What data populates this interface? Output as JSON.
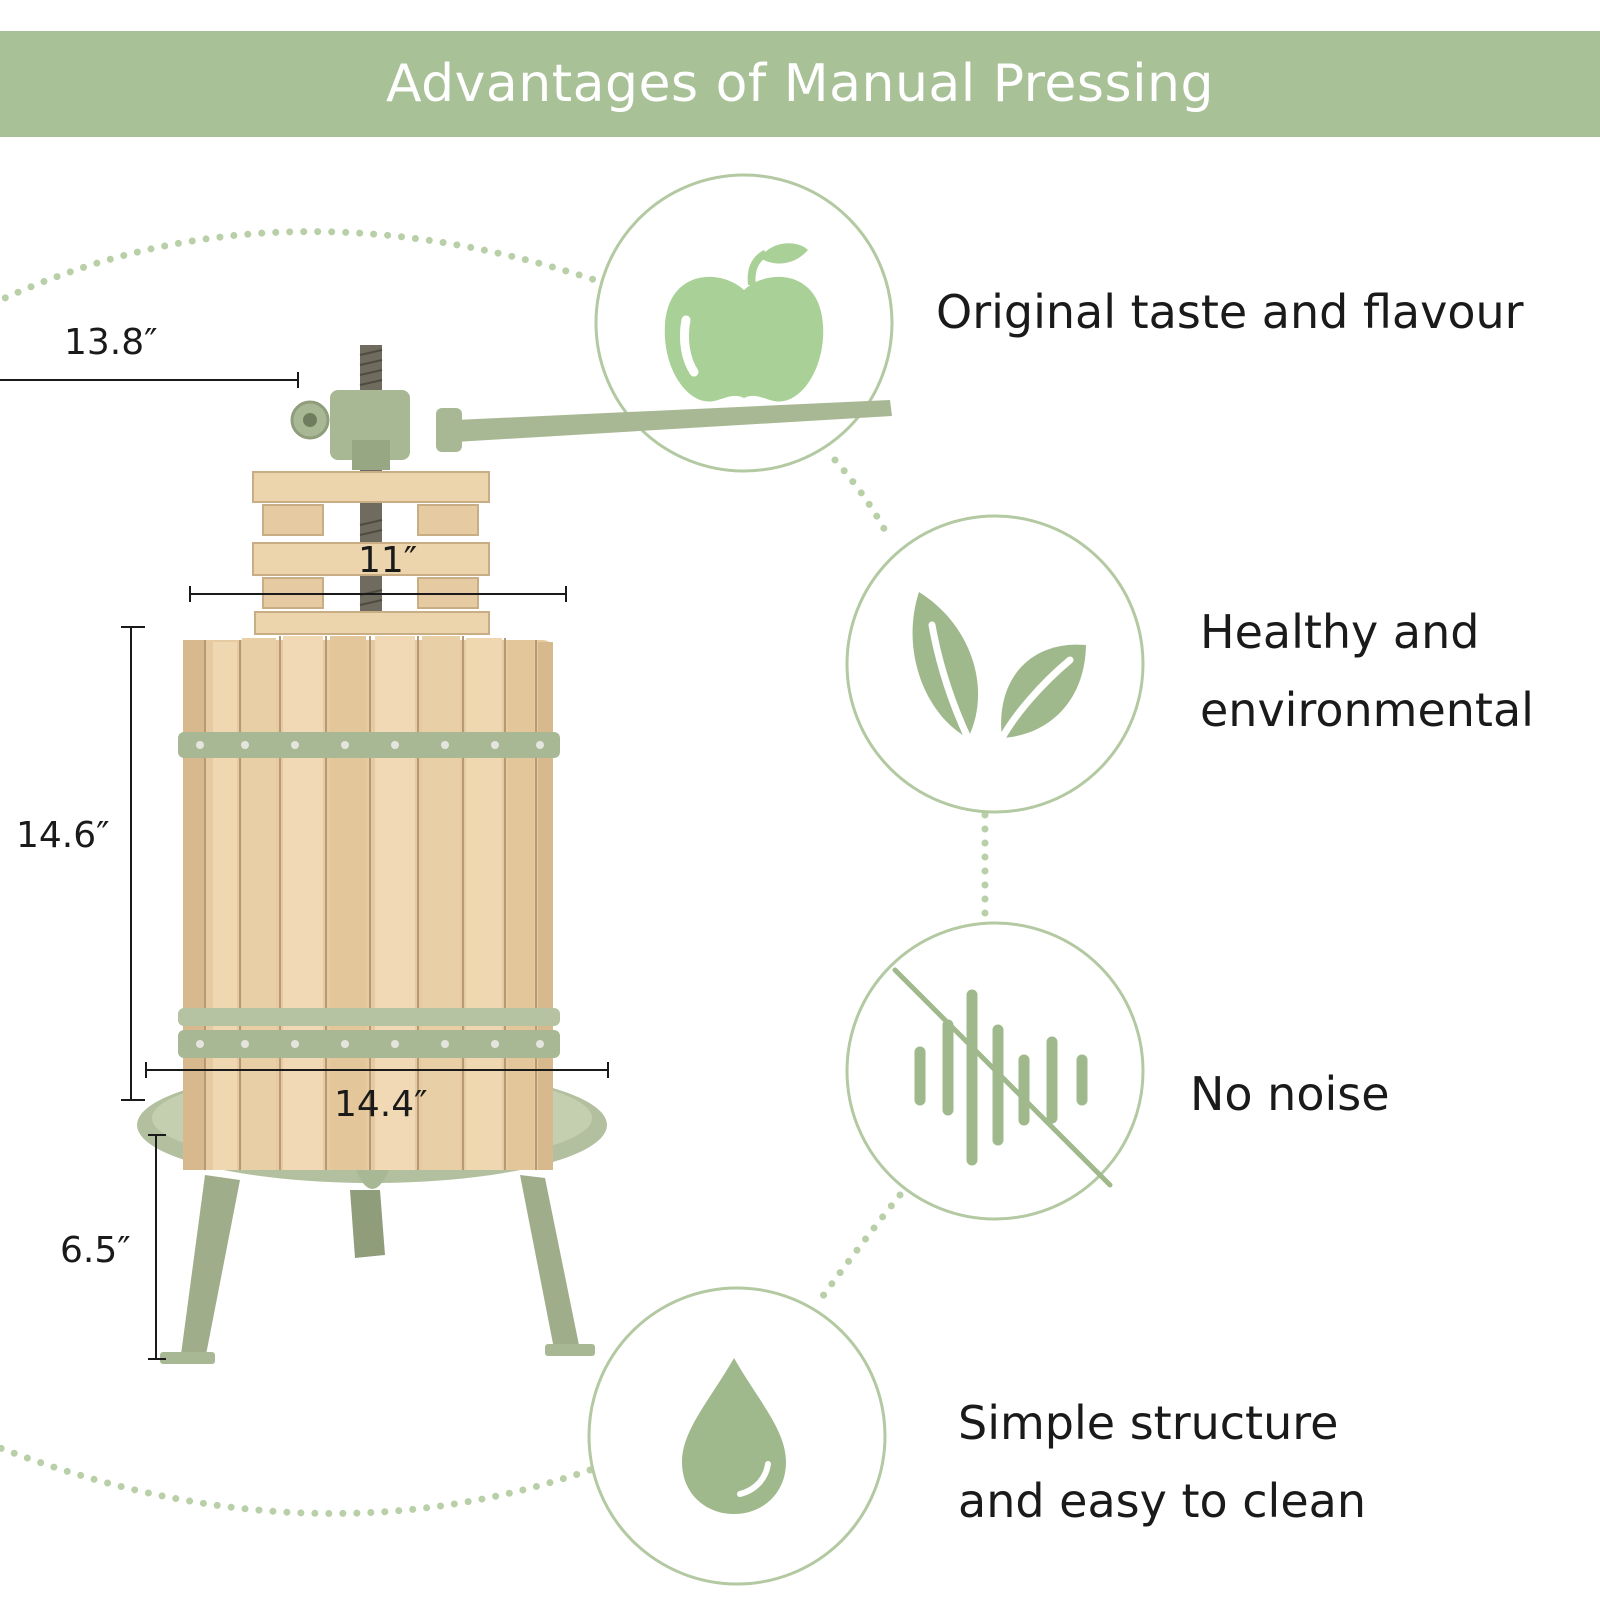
{
  "header": {
    "title": "Advantages of Manual Pressing"
  },
  "colors": {
    "banner": "#a8c196",
    "accent": "#a8c196",
    "icon_fill": "#9fb98c",
    "apple": "#a9d197",
    "metal": "#a9b894",
    "wood": "#e8cfa7"
  },
  "features": [
    {
      "icon": "apple-icon",
      "lines": [
        "Original taste and flavour"
      ]
    },
    {
      "icon": "leaves-icon",
      "lines": [
        "Healthy and",
        "environmental"
      ]
    },
    {
      "icon": "no-sound-icon",
      "lines": [
        "No noise"
      ]
    },
    {
      "icon": "water-drop-icon",
      "lines": [
        "Simple structure",
        "and easy to clean"
      ]
    }
  ],
  "dimensions": {
    "top_width": "13.8″",
    "inner_width": "11″",
    "height": "14.6″",
    "base_width": "14.4″",
    "leg_height": "6.5″"
  }
}
